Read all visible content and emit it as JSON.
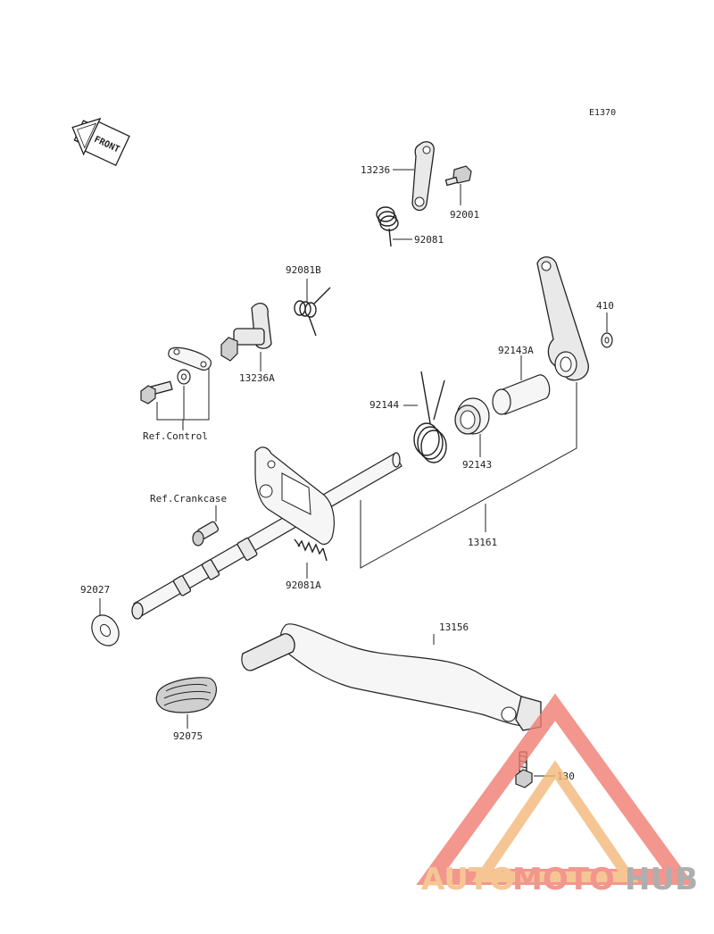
{
  "diagram": {
    "code": "E1370",
    "front_arrow": "FRONT",
    "labels": {
      "p13236": "13236",
      "p92001": "92001",
      "p92081": "92081",
      "p92081B": "92081B",
      "p410": "410",
      "p13236A": "13236A",
      "p92143A": "92143A",
      "p92144": "92144",
      "ref_control": "Ref.Control",
      "p92143": "92143",
      "ref_crankcase": "Ref.Crankcase",
      "p13161": "13161",
      "p92081A": "92081A",
      "p92027": "92027",
      "p13156": "13156",
      "p92075": "92075",
      "p130": "130"
    }
  },
  "watermark": {
    "part1": "AUTO",
    "part2": "MOTO",
    "part3": "HUB",
    "color_orange": "#f3b97a",
    "color_red": "#ef7d72",
    "color_gray": "#9a9a9a"
  }
}
